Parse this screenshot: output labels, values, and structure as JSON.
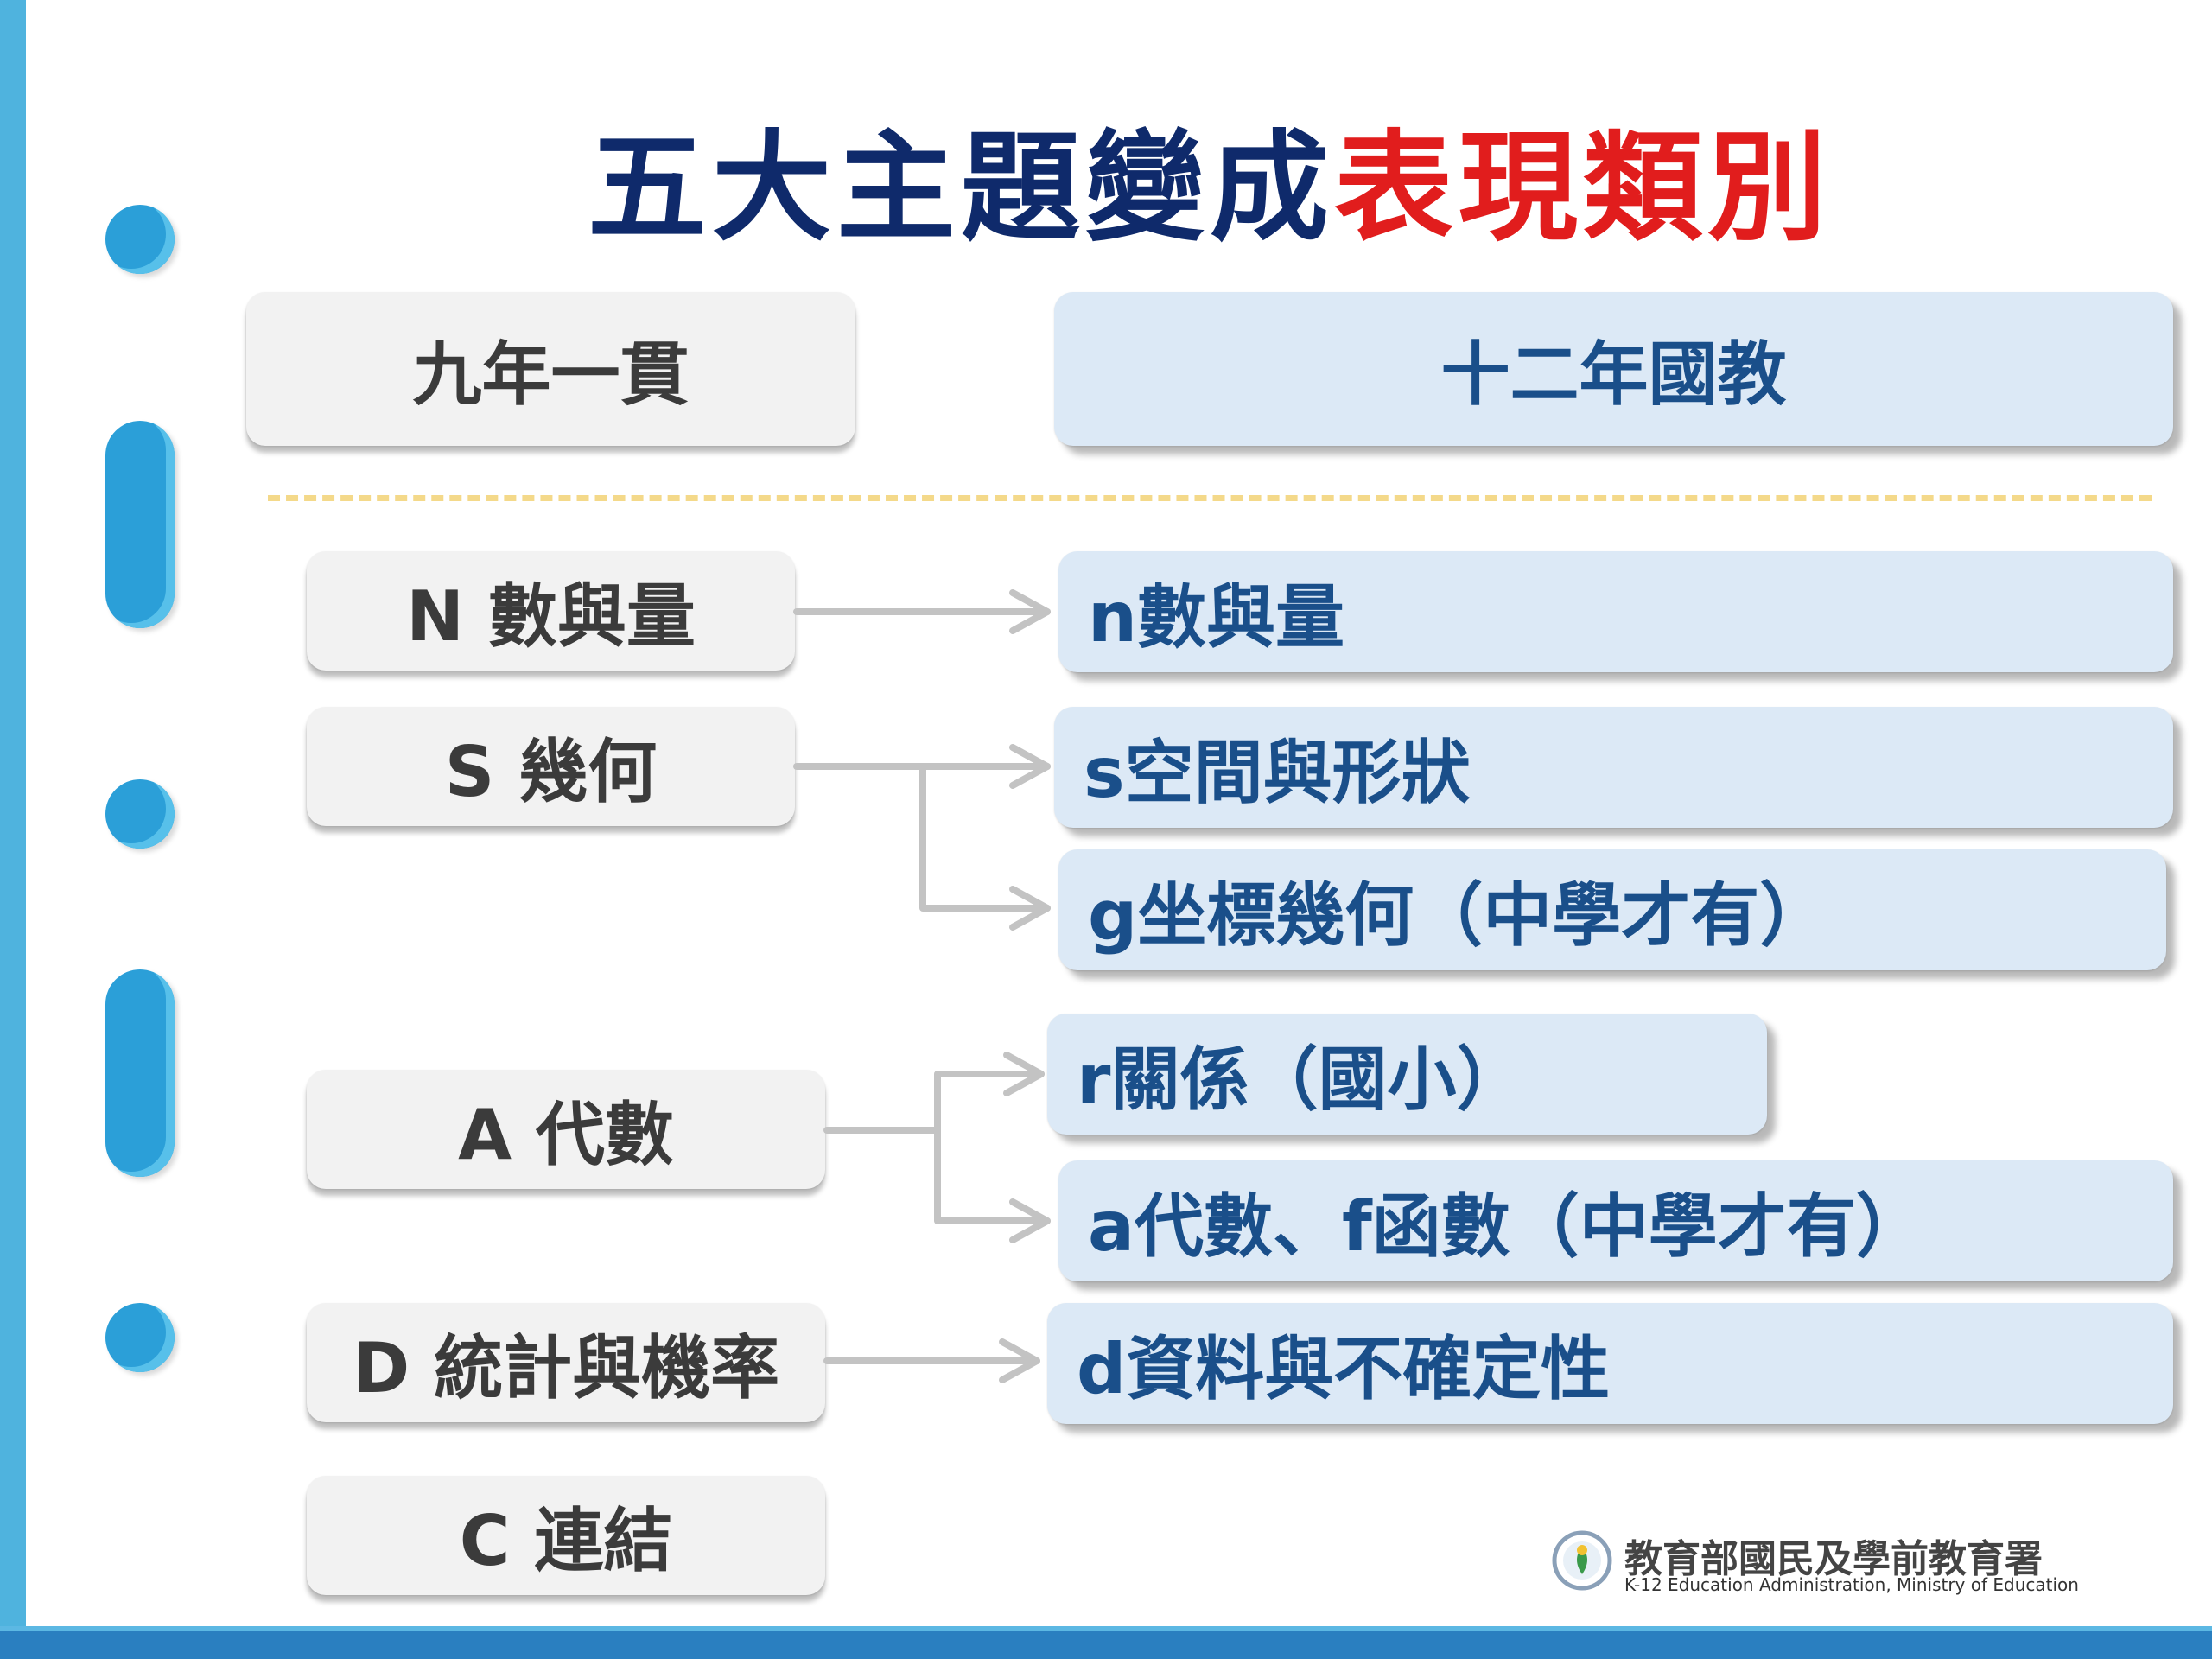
{
  "title": {
    "part_a": "五大主題變成",
    "part_b": "表現類別"
  },
  "header": {
    "left": "九年一貫",
    "right": "十二年國教"
  },
  "old_topics": [
    "N 數與量",
    "S 幾何",
    "A 代數",
    "D 統計與機率",
    "C 連結"
  ],
  "new_categories": [
    "n數與量",
    "s空間與形狀",
    "g坐標幾何（中學才有）",
    "r關係（國小）",
    "a代數、f函數（中學才有）",
    "d資料與不確定性"
  ],
  "logo": {
    "name_zh": "教育部國民及學前教育署",
    "name_en": "K-12 Education Administration, Ministry of Education"
  },
  "colors": {
    "title_dark": "#0f2a6b",
    "title_red": "#e11d1d",
    "box_gray": "#f2f2f2",
    "box_blue": "#dce9f6",
    "text_blue": "#1a4f8a",
    "arrow": "#c3c3c3",
    "divider": "#f4d98a",
    "accent": "#4fb3de"
  }
}
